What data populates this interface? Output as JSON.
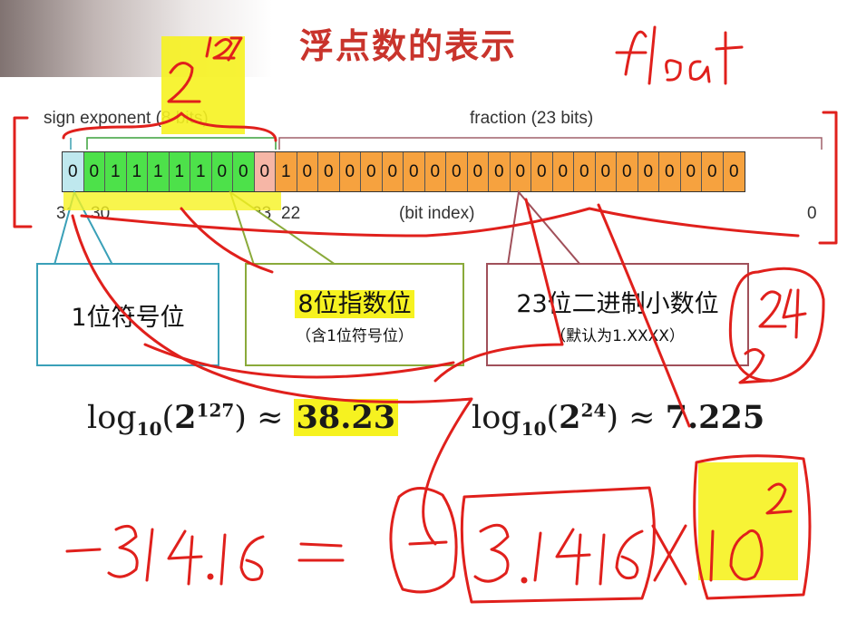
{
  "title": "浮点数的表示",
  "labels": {
    "sign_exponent": "sign exponent (8 bits)",
    "fraction": "fraction (23 bits)",
    "bit_index": "(bit index)"
  },
  "bits": [
    "0",
    "0",
    "1",
    "1",
    "1",
    "1",
    "1",
    "0",
    "0",
    "0",
    "1",
    "0",
    "0",
    "0",
    "0",
    "0",
    "0",
    "0",
    "0",
    "0",
    "0",
    "0",
    "0",
    "0",
    "0",
    "0",
    "0",
    "0",
    "0",
    "0",
    "0",
    "0"
  ],
  "bit_indices": {
    "i31": "31",
    "i30": "30",
    "i23": "23",
    "i22": "22",
    "i0": "0"
  },
  "boxes": {
    "sign": {
      "label": "1位符号位"
    },
    "exponent": {
      "label": "8位指数位",
      "note": "（含1位符号位）"
    },
    "fraction": {
      "label": "23位二进制小数位",
      "note": "（默认为1.XXXX）"
    }
  },
  "formulas": {
    "f1": {
      "func": "log",
      "base": "10",
      "exp": "127",
      "approx": "≈",
      "value": "38.23"
    },
    "f2": {
      "func": "log",
      "base": "10",
      "exp": "24",
      "approx": "≈",
      "value": "7.225"
    }
  },
  "handwriting": {
    "float_word": "float",
    "two_pow_127": "2^127",
    "two_pow_24": "2^24",
    "example": "-314.16 = -3.1416 × 10^2"
  },
  "colors": {
    "title": "#c9342c",
    "sign_bits": "#bfe8ee",
    "exponent_bits": "#4de14a",
    "fraction_bits": "#f6a23f",
    "ink": "#e0201c",
    "highlight": "#f6f220"
  }
}
